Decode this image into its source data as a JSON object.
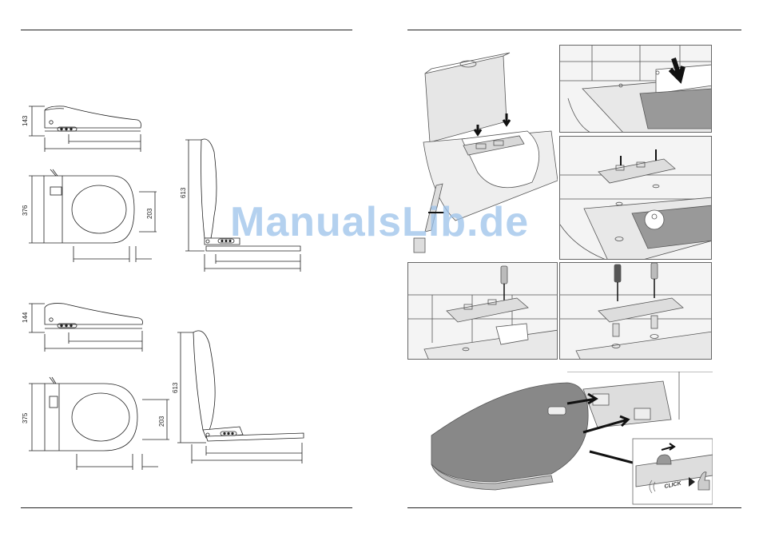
{
  "watermark": "ManualsLib.de",
  "dimensions": {
    "model_a": {
      "height": "143",
      "depth": "376",
      "seat_offset": "203",
      "lid_height": "613"
    },
    "model_b": {
      "height": "144",
      "depth": "375",
      "seat_offset": "203",
      "lid_height": "613"
    }
  },
  "install": {
    "click_label": "CLICK"
  }
}
